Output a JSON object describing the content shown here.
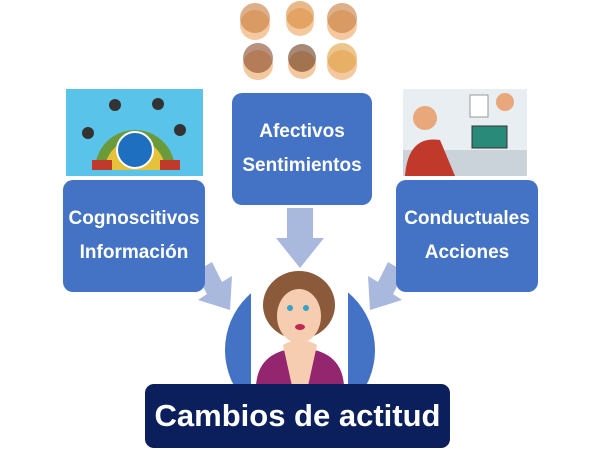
{
  "left_box": {
    "line1": "Cognoscitivos",
    "line2": "Información"
  },
  "center_box": {
    "line1": "Afectivos",
    "line2": "Sentimientos"
  },
  "right_box": {
    "line1": "Conductuales",
    "line2": "Acciones"
  },
  "result": {
    "label": "Cambios de actitud"
  },
  "colors": {
    "box": "#4472c4",
    "arrow": "#a9b9dd",
    "result": "#0b1f5c"
  }
}
